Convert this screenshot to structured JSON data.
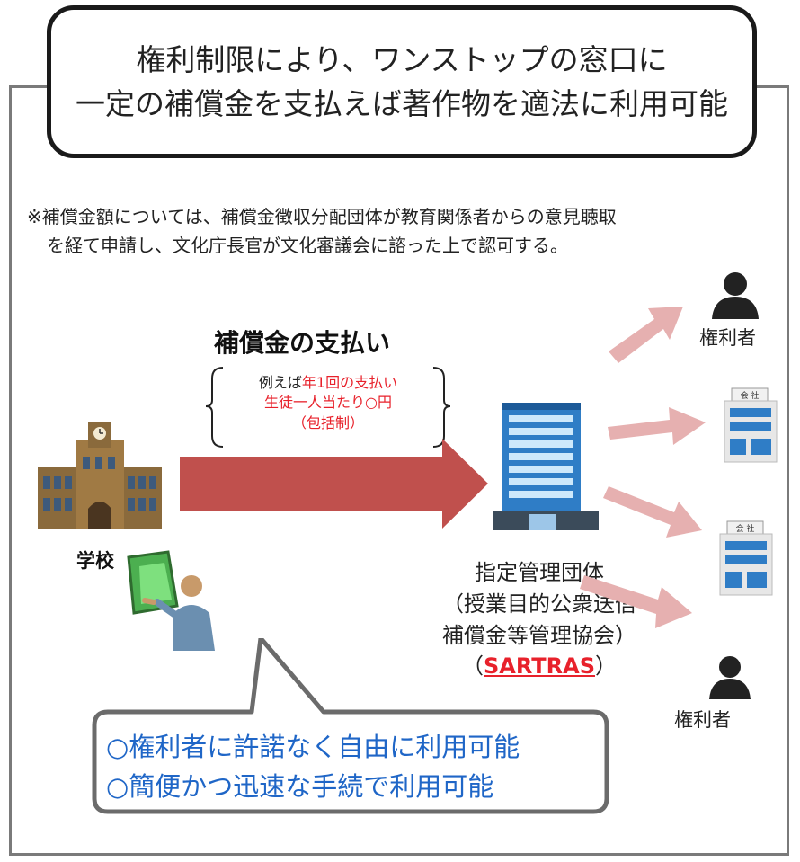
{
  "headline": {
    "line1": "権利制限により、ワンストップの窓口に",
    "line2": "一定の補償金を支払えば著作物を適法に利用可能"
  },
  "note": {
    "line1": "※補償金額については、補償金徴収分配団体が教育関係者からの意見聴取",
    "line2": "を経て申請し、文化庁長官が文化審議会に諮った上で認可する。"
  },
  "payment": {
    "title": "補償金の支払い",
    "example_prefix": "例えば",
    "example_red": "年1回の支払い",
    "line2": "生徒一人当たり○円",
    "line3": "（包括制）"
  },
  "school": {
    "label": "学校"
  },
  "organization": {
    "line1": "指定管理団体",
    "line2": "（授業目的公衆送信",
    "line3": "補償金等管理協会）",
    "paren_open": "（",
    "acronym": "SARTRAS",
    "paren_close": "）"
  },
  "right_holders": {
    "top_label": "権利者",
    "bottom_label": "権利者",
    "company_sign": "会 社"
  },
  "callout": {
    "line1": "○権利者に許諾なく自由に利用可能",
    "line2": "○簡便かつ迅速な手続で利用可能"
  },
  "colors": {
    "main_arrow": "#c0504d",
    "side_arrow": "#e6b0b0",
    "callout_text": "#1f66c7",
    "accent_red": "#e8212b"
  },
  "icons": [
    "school-building-icon",
    "teacher-icon",
    "office-tower-icon",
    "person-icon",
    "company-building-icon"
  ]
}
